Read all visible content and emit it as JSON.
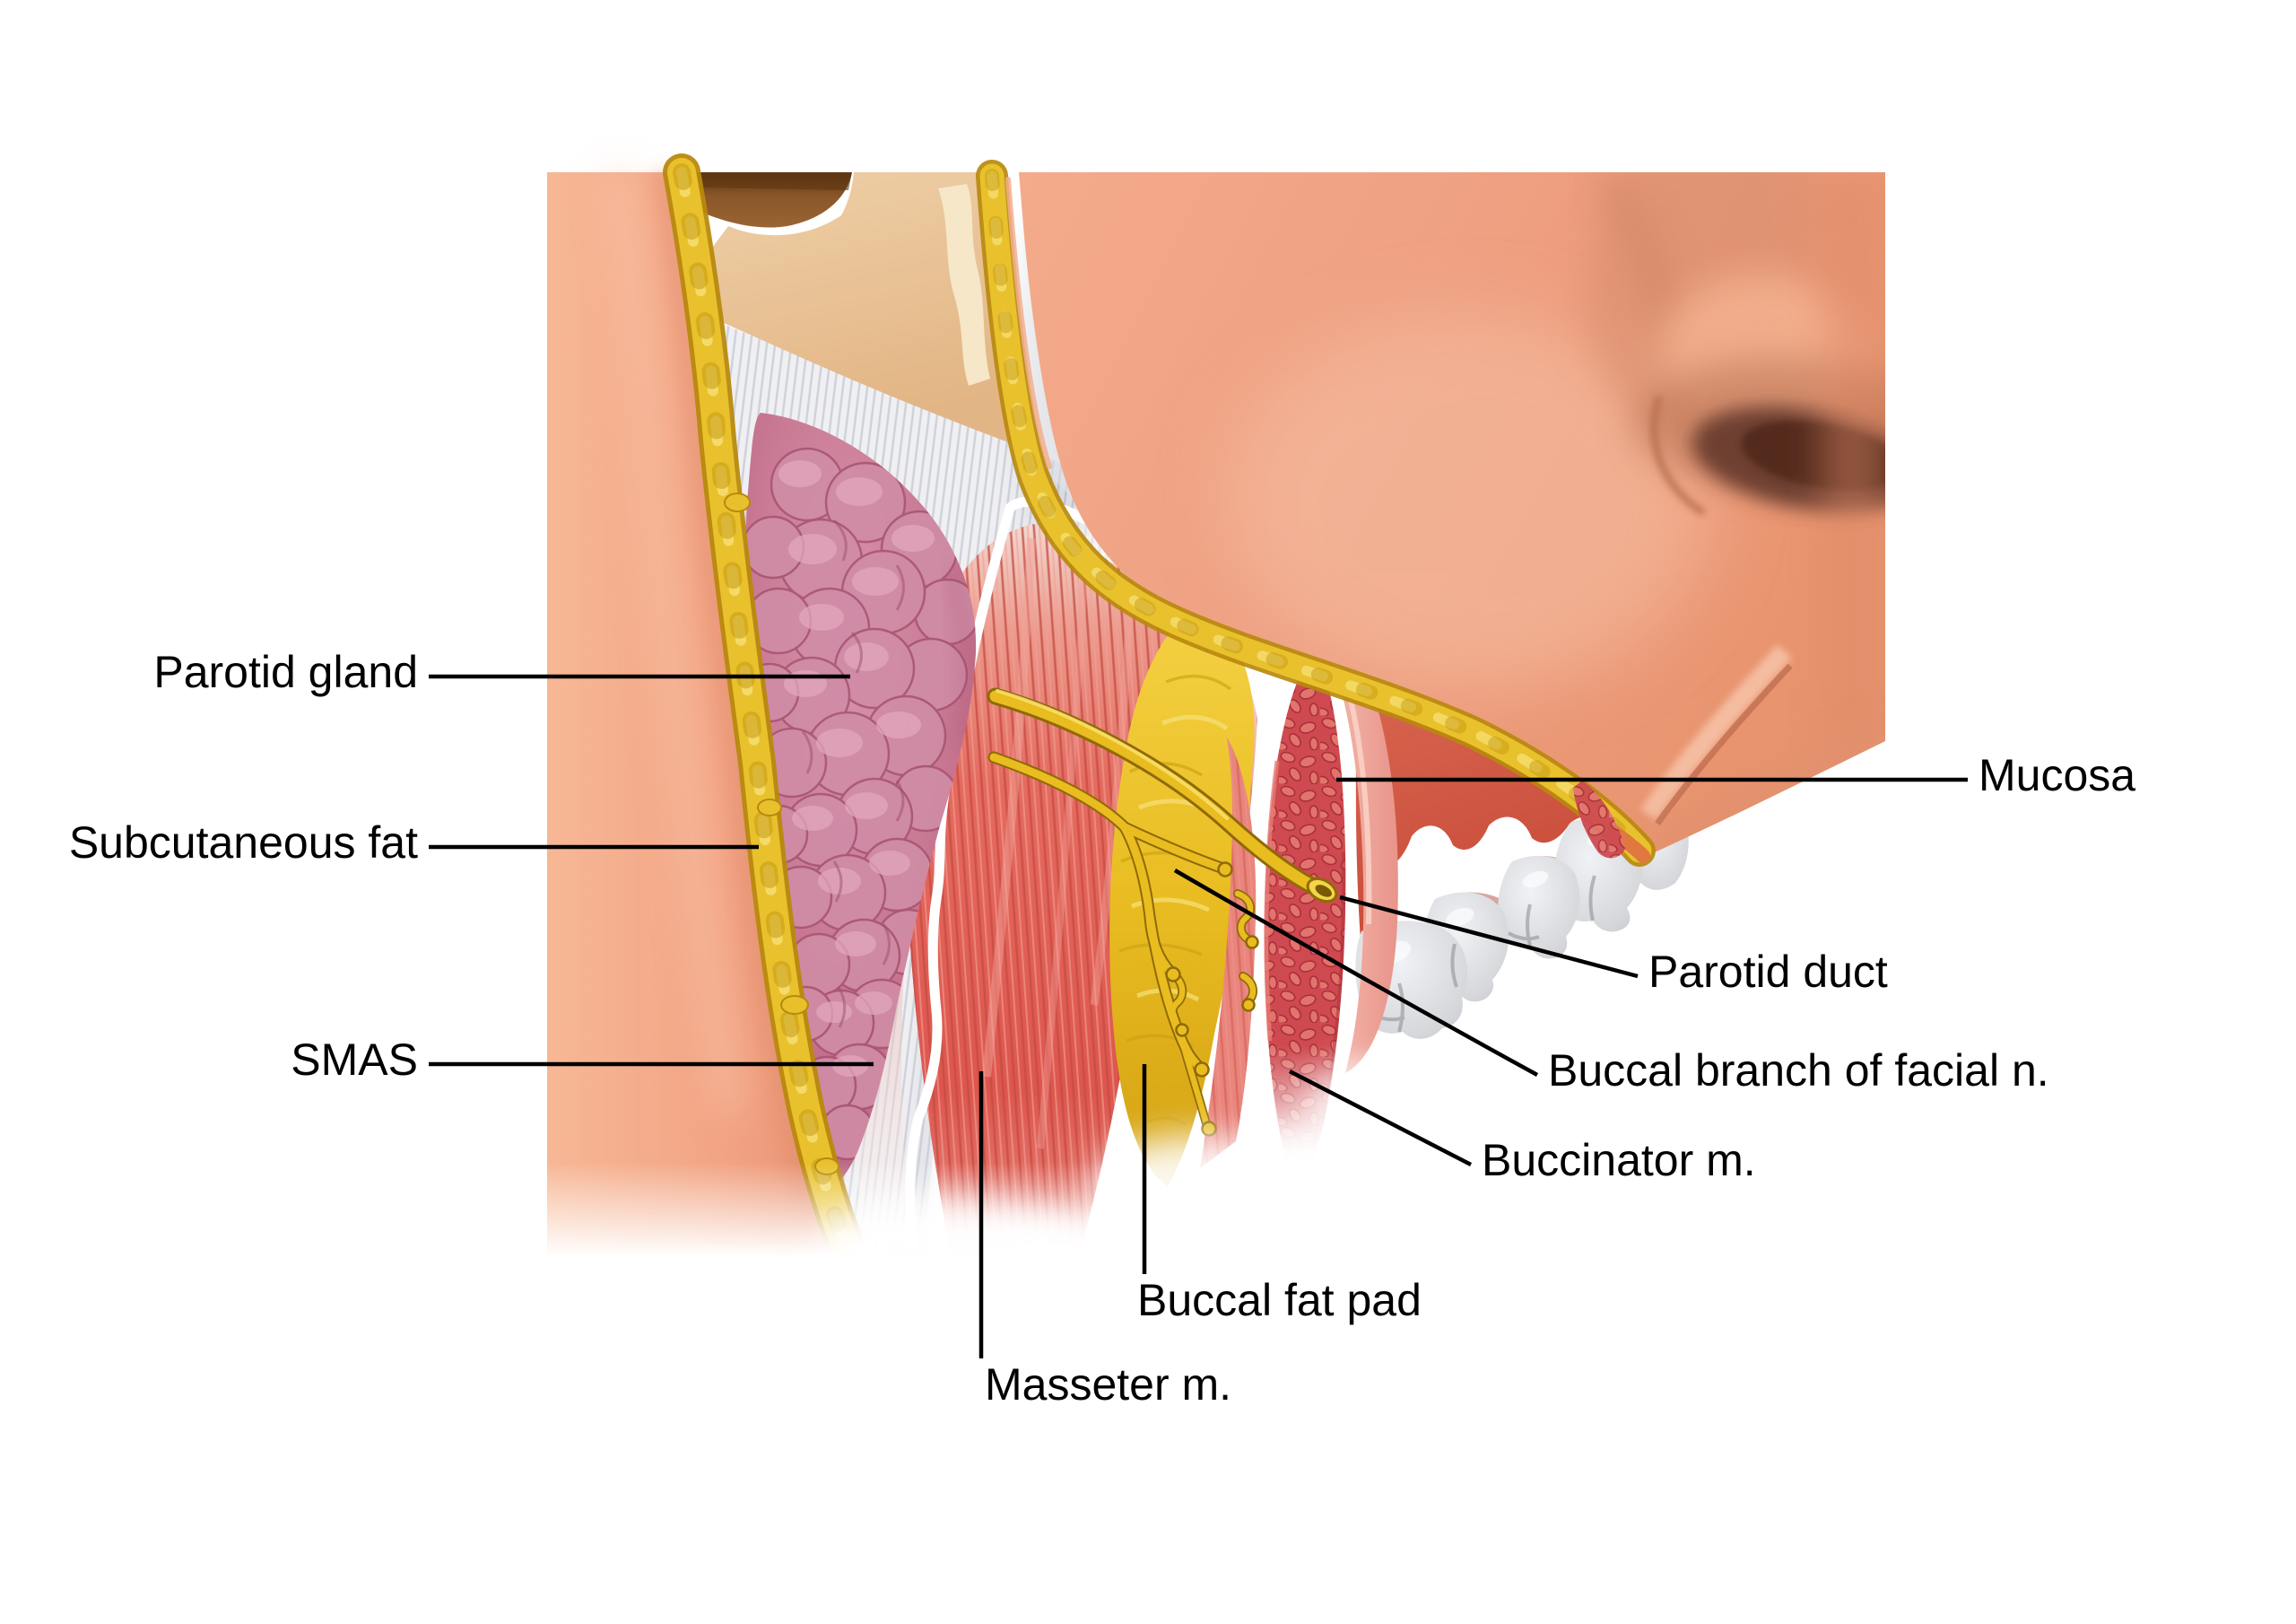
{
  "figure": {
    "kind": "labeled anatomical illustration",
    "labels": {
      "parotid_gland": "Parotid gland",
      "subcutaneous_fat": "Subcutaneous fat",
      "smas": "SMAS",
      "mucosa": "Mucosa",
      "parotid_duct": "Parotid duct",
      "buccal_branch": "Buccal branch of facial n.",
      "buccinator": "Buccinator m.",
      "buccal_fat_pad": "Buccal fat pad",
      "masseter": "Masseter m."
    },
    "colors": {
      "background": "#FFFFFF",
      "label_text": "#000000",
      "leader_line": "#000000",
      "skin": "#F2A484",
      "subcutaneous_fat": "#E9C12D",
      "hair": "#7A4A1E",
      "preauricular_skin": "#EBC79E",
      "fascia": "#F0F0F3",
      "parotid_gland": "#C4718D",
      "masseter": "#E06058",
      "buccal_fat_pad": "#E9BD22",
      "nerve_duct": "#E9BC20",
      "buccinator": "#CE4A50",
      "mucosa": "#EFA89B",
      "oral_cavity": "#D05842",
      "teeth": "#D6D7DB"
    }
  }
}
